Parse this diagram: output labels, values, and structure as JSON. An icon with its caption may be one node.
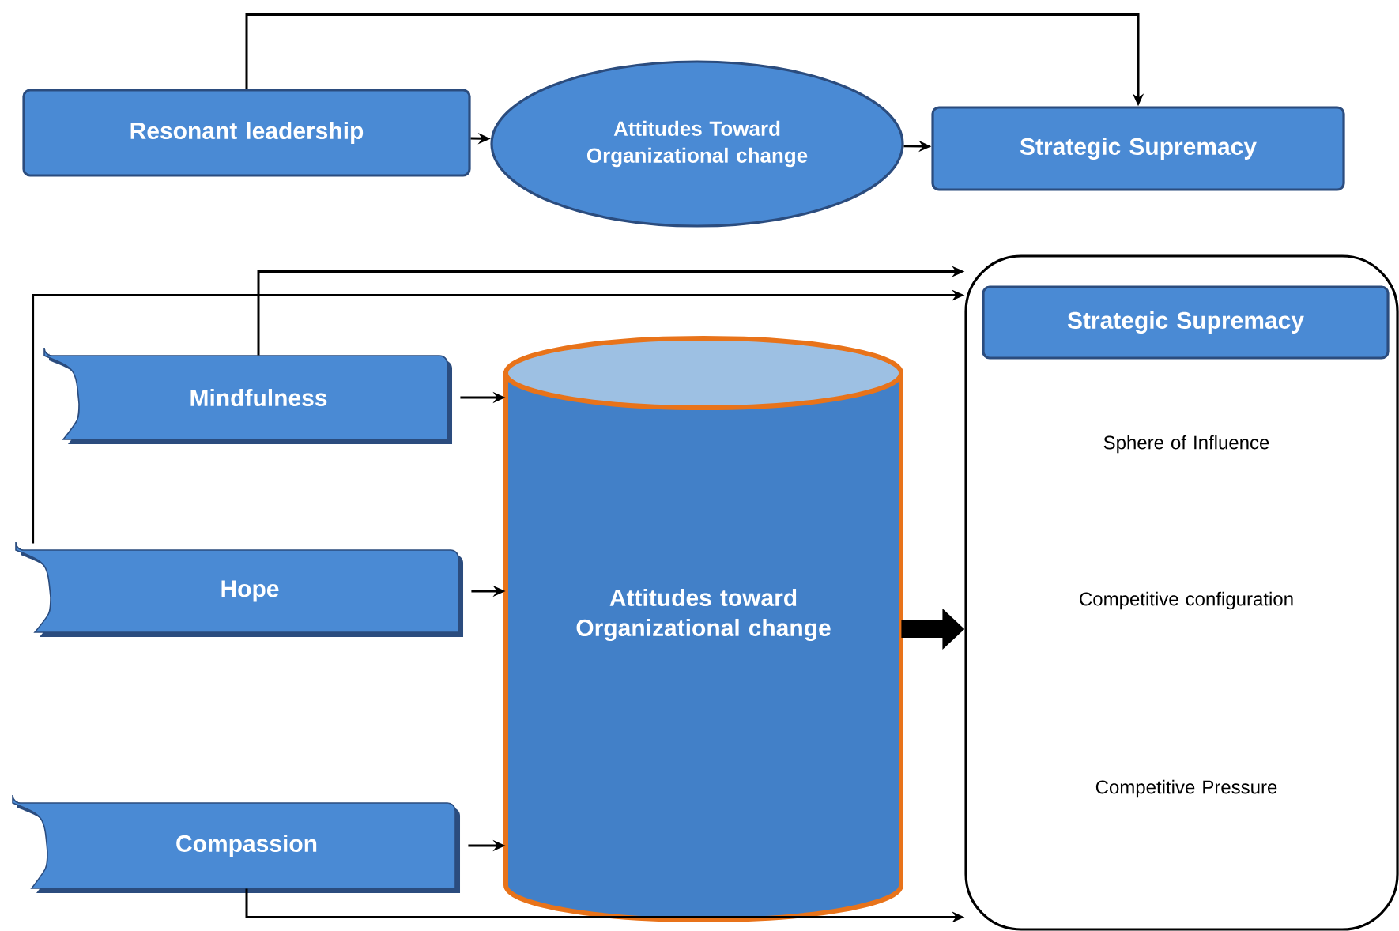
{
  "diagram": {
    "nodes": [
      {
        "text": [
          "Resonant leadership"
        ]
      },
      {
        "text": [
          "Attitudes Toward Organizational change"
        ]
      },
      {
        "text": [
          "Strategic Supremacy"
        ]
      },
      {
        "text": [
          "Mindfulness"
        ]
      },
      {
        "text": [
          "Hope"
        ]
      },
      {
        "text": [
          "Compassion"
        ]
      },
      {
        "text": [
          "Attitudes toward Organizational change"
        ]
      },
      {
        "text": [
          "Sphere of Influence",
          "Competitive configuration",
          "Competitive Pressure"
        ]
      },
      {
        "text": [
          "Strategic Supremacy"
        ],
        "in": 7
      }
    ],
    "edges": [
      {
        "from": 0,
        "to": 1,
        "arrow": "to"
      },
      {
        "from": 1,
        "to": 2,
        "arrow": "to"
      },
      {
        "from": 0,
        "to": 2,
        "arrow": "to"
      },
      {
        "from": 3,
        "to": 6,
        "arrow": "to"
      },
      {
        "from": 4,
        "to": 6,
        "arrow": "to"
      },
      {
        "from": 5,
        "to": 6,
        "arrow": "to"
      },
      {
        "from": 3,
        "to": 7,
        "arrow": "to"
      },
      {
        "from": 4,
        "to": 7,
        "arrow": "to"
      },
      {
        "from": 5,
        "to": 7,
        "arrow": "to"
      },
      {
        "from": 6,
        "to": 7,
        "arrow": "to",
        "style": "thick"
      }
    ]
  }
}
